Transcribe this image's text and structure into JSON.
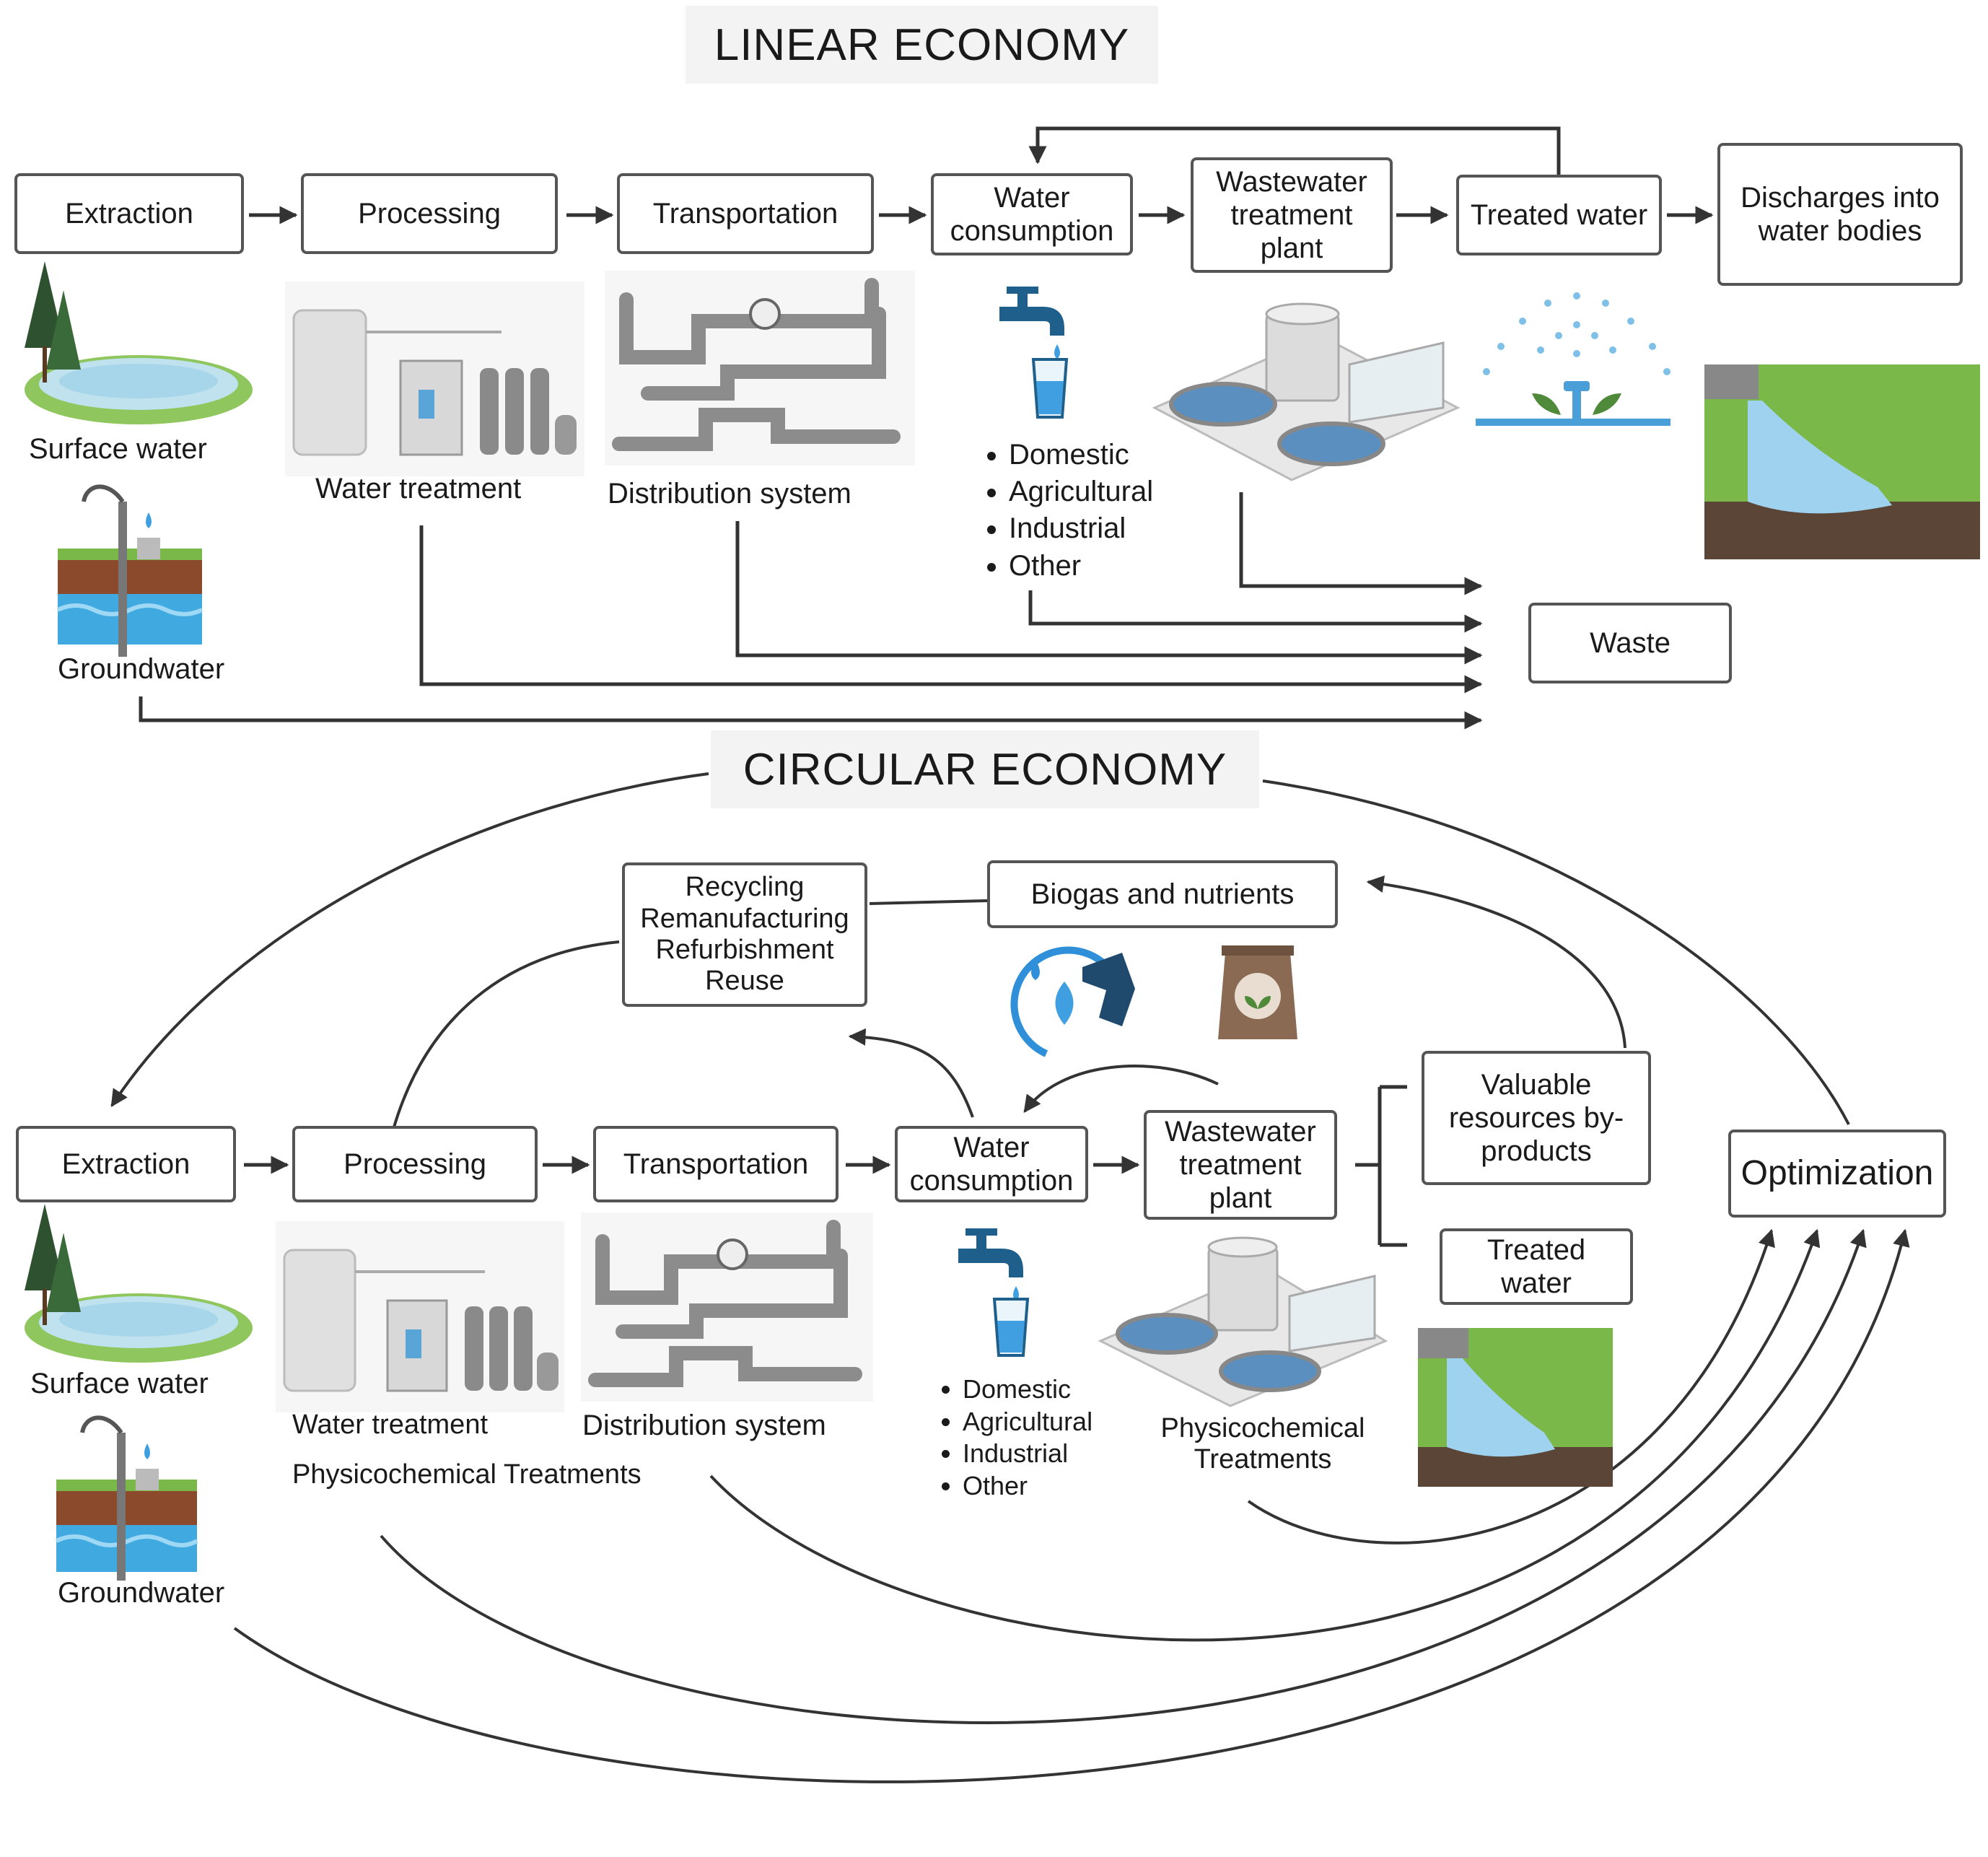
{
  "linear": {
    "title": "LINEAR ECONOMY",
    "steps": {
      "extraction": "Extraction",
      "processing": "Processing",
      "transportation": "Transportation",
      "water_consumption": "Water consumption",
      "wastewater_plant": "Wastewater treatment plant",
      "treated_water": "Treated water",
      "discharges": "Discharges into water bodies"
    },
    "labels": {
      "surface_water": "Surface water",
      "groundwater": "Groundwater",
      "water_treatment": "Water treatment",
      "distribution_system": "Distribution system"
    },
    "uses": [
      "Domestic",
      "Agricultural",
      "Industrial",
      "Other"
    ],
    "waste": "Waste"
  },
  "circular": {
    "title": "CIRCULAR ECONOMY",
    "steps": {
      "extraction": "Extraction",
      "processing": "Processing",
      "transportation": "Transportation",
      "water_consumption": "Water consumption",
      "wastewater_plant": "Wastewater treatment plant",
      "valuable_resources": "Valuable resources by-products",
      "treated_water": "Treated water",
      "optimization": "Optimization"
    },
    "recycling": [
      "Recycling",
      "Remanufacturing",
      "Refurbishment",
      "Reuse"
    ],
    "biogas": "Biogas and nutrients",
    "labels": {
      "surface_water": "Surface water",
      "groundwater": "Groundwater",
      "water_treatment": "Water treatment",
      "distribution_system": "Distribution system",
      "physicochemical_left": "Physicochemical Treatments",
      "physicochemical_right": "Physicochemical Treatments"
    },
    "uses": [
      "Domestic",
      "Agricultural",
      "Industrial",
      "Other"
    ]
  },
  "colors": {
    "arrow": "#333333",
    "box_border": "#555555",
    "water_blue": "#4aa3df",
    "faucet_blue": "#1f5f8b",
    "grass": "#7bb84a",
    "soil": "#5a4536"
  },
  "icons": [
    "pond-icon",
    "tree-icon",
    "hand-pump-icon",
    "water-tank-icon",
    "pipes-icon",
    "faucet-icon",
    "glass-icon",
    "treatment-plant-icon",
    "sprinkler-icon",
    "outfall-icon",
    "fuel-nozzle-icon",
    "fertilizer-bag-icon"
  ]
}
